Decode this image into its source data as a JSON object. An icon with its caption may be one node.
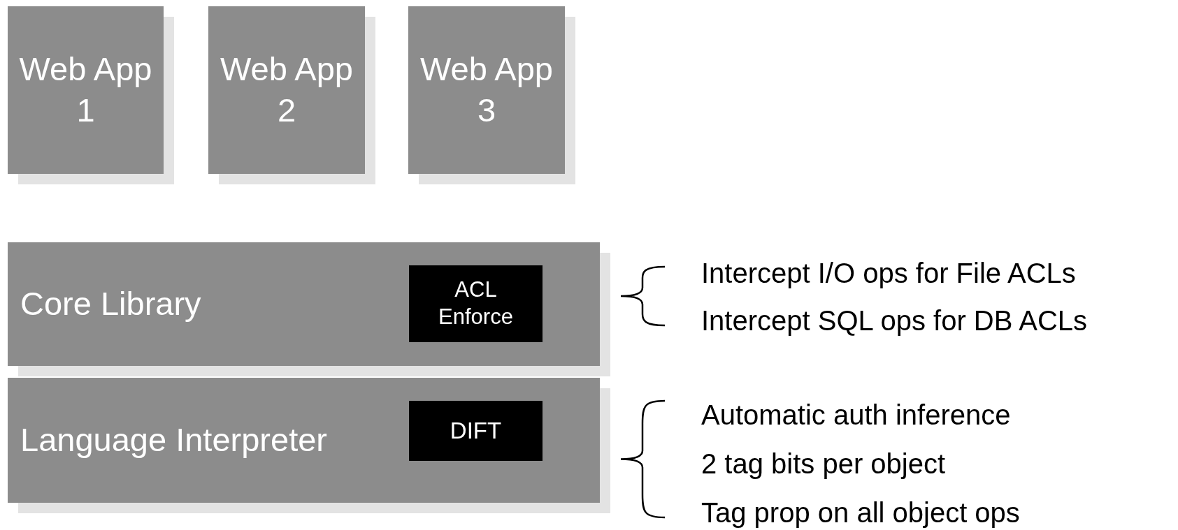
{
  "diagram": {
    "nodes": [
      {
        "text": [
          "Web App 1"
        ]
      },
      {
        "text": [
          "Web App 2"
        ]
      },
      {
        "text": [
          "Web App 3"
        ]
      },
      {
        "text": [
          "Core Library"
        ],
        "beside": [
          "Intercept I/O ops for File ACLs",
          "Intercept SQL ops for DB ACLs"
        ]
      },
      {
        "text": [
          "ACL Enforce"
        ],
        "in": 3
      },
      {
        "text": [
          "Language Interpreter"
        ],
        "beside": [
          "Automatic auth inference",
          "2 tag bits per object",
          "Tag prop on all object ops"
        ]
      },
      {
        "text": [
          "DIFT"
        ],
        "in": 5
      }
    ],
    "edges": []
  }
}
